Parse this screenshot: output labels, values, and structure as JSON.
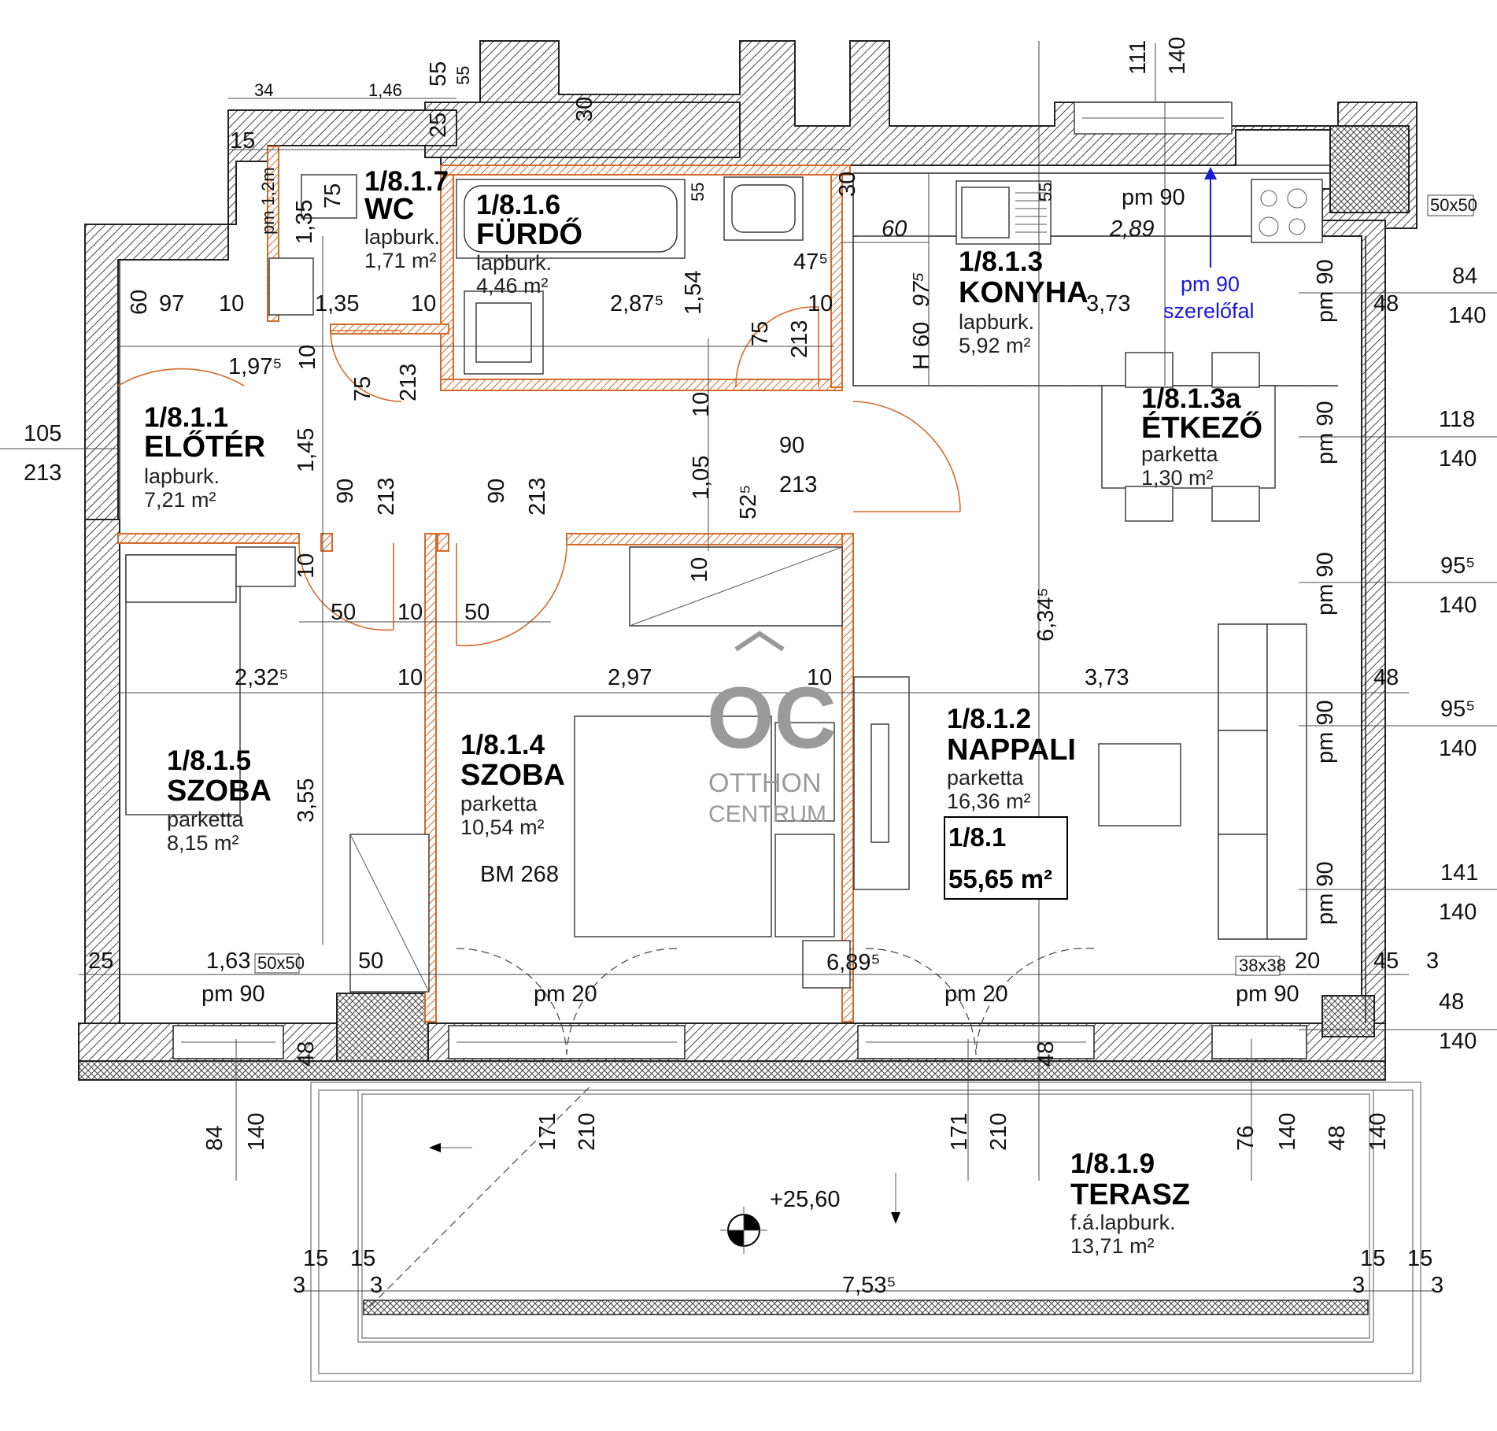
{
  "rooms": [
    {
      "id": "1/8.1.7",
      "name": "WC",
      "finish": "lapburk.",
      "area": "1,71 m²"
    },
    {
      "id": "1/8.1.6",
      "name": "FÜRDŐ",
      "finish": "lapburk.",
      "area": "4,46 m²"
    },
    {
      "id": "1/8.1.3",
      "name": "KONYHA",
      "finish": "lapburk.",
      "area": "5,92 m²"
    },
    {
      "id": "1/8.1.3a",
      "name": "ÉTKEZŐ",
      "finish": "parketta",
      "area": "1,30 m²"
    },
    {
      "id": "1/8.1.1",
      "name": "ELŐTÉR",
      "finish": "lapburk.",
      "area": "7,21 m²"
    },
    {
      "id": "1/8.1.5",
      "name": "SZOBA",
      "finish": "parketta",
      "area": "8,15 m²"
    },
    {
      "id": "1/8.1.4",
      "name": "SZOBA",
      "finish": "parketta",
      "area": "10,54 m²"
    },
    {
      "id": "1/8.1.2",
      "name": "NAPPALI",
      "finish": "parketta",
      "area": "16,36 m²"
    },
    {
      "id": "1/8.1.9",
      "name": "TERASZ",
      "finish": "f.á.lapburk.",
      "area": "13,71 m²"
    }
  ],
  "unit": {
    "id": "1/8.1",
    "area": "55,65 m²"
  },
  "watermark": {
    "monogram": "OC",
    "line1": "OTTHON",
    "line2": "CENTRUM"
  },
  "labels": {
    "bm": "BM 268",
    "level": "+25,60",
    "wall_note_1": "pm 90",
    "wall_note_2": "szerelőfal",
    "tag_50": "50x50",
    "tag_50b": "50x50",
    "tag_38": "38x38"
  },
  "dims": {
    "d34": "34",
    "d146": "1,46",
    "d55a": "55",
    "d55b": "55",
    "d25": "25",
    "d30a": "30",
    "d30b": "30",
    "d111": "111",
    "d140a": "140",
    "d15": "15",
    "d75a": "75",
    "dpm12": "pm 1,2m",
    "d135a": "1,35",
    "d55c": "55",
    "d55d": "55",
    "d60a": "60",
    "d289": "2,89",
    "dpm90a": "pm 90",
    "d50x50r": "50x50",
    "d60b": "60",
    "d975": "97⁵",
    "d475": "47⁵",
    "d84a": "84",
    "d140b": "140",
    "d60c": "60",
    "d97": "97",
    "d10a": "10",
    "d135b": "1,35",
    "d10b": "10",
    "d2875": "2,87⁵",
    "d154": "1,54",
    "d75b": "75",
    "d213a": "213",
    "d10c": "10",
    "dh60": "H 60",
    "d373a": "3,73",
    "d48a": "48",
    "dpm90b": "pm 90",
    "d1975": "1,97⁵",
    "d10d": "10",
    "d75c": "75",
    "d213b": "213",
    "d105": "105",
    "d213c": "213",
    "d118": "118",
    "d140c": "140",
    "dpm90c": "pm 90",
    "d10e": "10",
    "d145": "1,45",
    "d90a": "90",
    "d213d": "213",
    "d90b": "90",
    "d213e": "213",
    "d105b": "1,05",
    "d90c": "90",
    "d213f": "213",
    "d525": "52⁵",
    "d10f": "10",
    "d10g": "10",
    "d6345": "6,34⁵",
    "d955a": "95⁵",
    "d140d": "140",
    "dpm90d": "pm 90",
    "d50a": "50",
    "d10h": "10",
    "d50b": "50",
    "d2325": "2,32⁵",
    "d10i": "10",
    "d297": "2,97",
    "d10j": "10",
    "d373b": "3,73",
    "d48b": "48",
    "d955b": "95⁵",
    "d140e": "140",
    "dpm90e": "pm 90",
    "d355": "3,55",
    "d141": "141",
    "d140f": "140",
    "dpm90f": "pm 90",
    "d25b": "25",
    "d163": "1,63",
    "d50c": "50",
    "d6895": "6,89⁵",
    "d20": "20",
    "d45": "45",
    "d3a": "3",
    "dpm90g": "pm 90",
    "dpm20a": "pm 20",
    "dpm20b": "pm 20",
    "dpm90h": "pm 90",
    "d48c": "48",
    "d140g": "140",
    "d48d": "48",
    "d48e": "48",
    "d84b": "84",
    "d140h": "140",
    "d171a": "171",
    "d210a": "210",
    "d171b": "171",
    "d210b": "210",
    "d76": "76",
    "d140i": "140",
    "d48f": "48",
    "d140j": "140",
    "d15a": "15",
    "d15b": "15",
    "d3b": "3",
    "d3c": "3",
    "d7535": "7,53⁵",
    "d15c": "15",
    "d15d": "15",
    "d3d": "3",
    "d3e": "3"
  }
}
